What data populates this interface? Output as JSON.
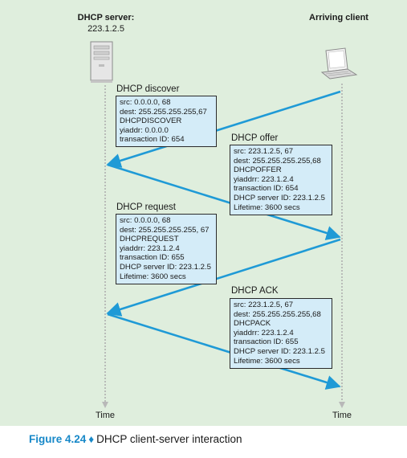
{
  "server": {
    "label": "DHCP server:",
    "address": "223.1.2.5"
  },
  "client": {
    "label": "Arriving client"
  },
  "timeline": {
    "left_label": "Time",
    "right_label": "Time"
  },
  "messages": [
    {
      "title": "DHCP discover",
      "lines": [
        "src: 0.0.0.0, 68",
        "dest: 255.255.255.255,67",
        "DHCPDISCOVER",
        "yiaddr: 0.0.0.0",
        "transaction ID: 654"
      ]
    },
    {
      "title": "DHCP offer",
      "lines": [
        "src: 223.1.2.5, 67",
        "dest: 255.255.255.255,68",
        "DHCPOFFER",
        "yiaddrr: 223.1.2.4",
        "transaction ID: 654",
        "DHCP server ID: 223.1.2.5",
        "Lifetime: 3600 secs"
      ]
    },
    {
      "title": "DHCP request",
      "lines": [
        "src: 0.0.0.0, 68",
        "dest: 255.255.255.255, 67",
        "DHCPREQUEST",
        "yiaddrr: 223.1.2.4",
        "transaction ID: 655",
        "DHCP server ID: 223.1.2.5",
        "Lifetime: 3600 secs"
      ]
    },
    {
      "title": "DHCP ACK",
      "lines": [
        "src: 223.1.2.5, 67",
        "dest: 255.255.255.255,68",
        "DHCPACK",
        "yiaddrr: 223.1.2.4",
        "transaction ID: 655",
        "DHCP server ID: 223.1.2.5",
        "Lifetime: 3600 secs"
      ]
    }
  ],
  "caption": {
    "figure": "Figure 4.24",
    "separator": "♦",
    "text": "DHCP client-server interaction"
  },
  "colors": {
    "arrow": "#1f9ad6",
    "box_fill": "#d4ecf8",
    "panel": "#dfeedd",
    "caption_accent": "#1788c8"
  }
}
